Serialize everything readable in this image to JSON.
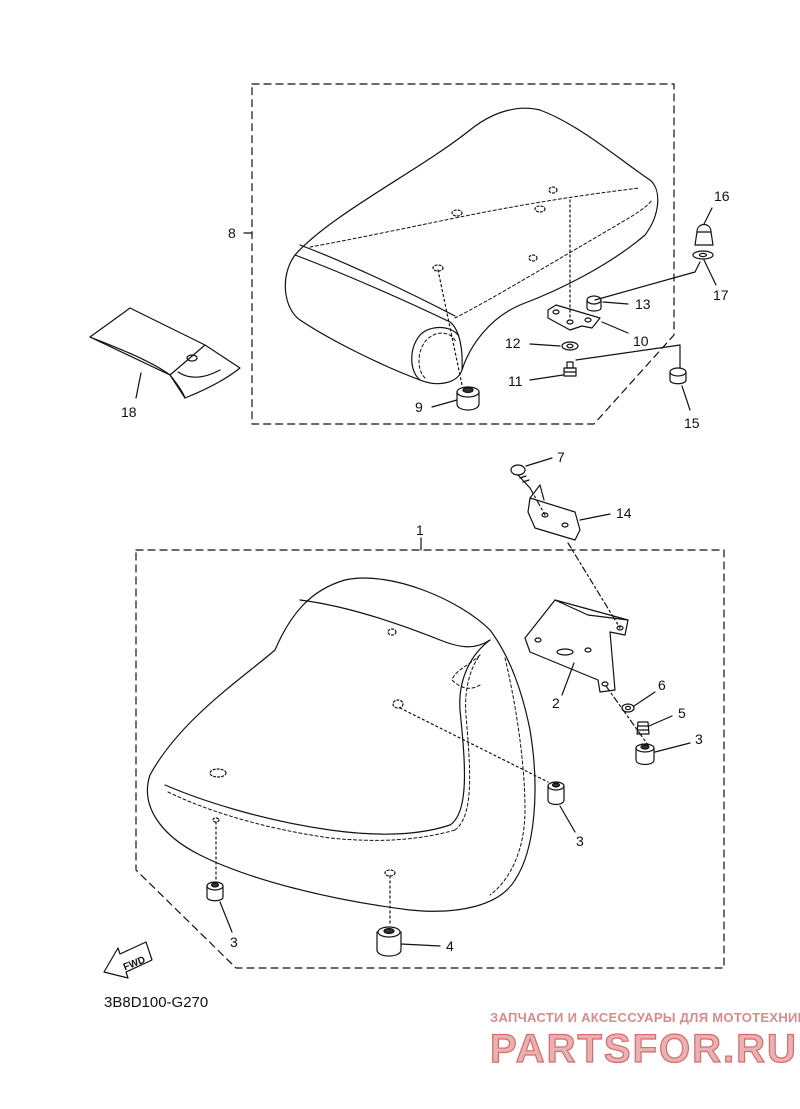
{
  "diagram_code": "3B8D100-G270",
  "watermark": {
    "tagline": "ЗАПЧАСТИ И АКСЕССУАРЫ ДЛЯ МОТОТЕХНИКИ",
    "brand": "PARTSFOR.RU",
    "color": "#d96a6a"
  },
  "fwd_label": "FWD",
  "callouts": {
    "c1": "1",
    "c2": "2",
    "c3a": "3",
    "c3b": "3",
    "c3c": "3",
    "c4": "4",
    "c5": "5",
    "c6": "6",
    "c7": "7",
    "c8": "8",
    "c9": "9",
    "c10": "10",
    "c11": "11",
    "c12": "12",
    "c13": "13",
    "c14": "14",
    "c15": "15",
    "c16": "16",
    "c17": "17",
    "c18": "18"
  }
}
